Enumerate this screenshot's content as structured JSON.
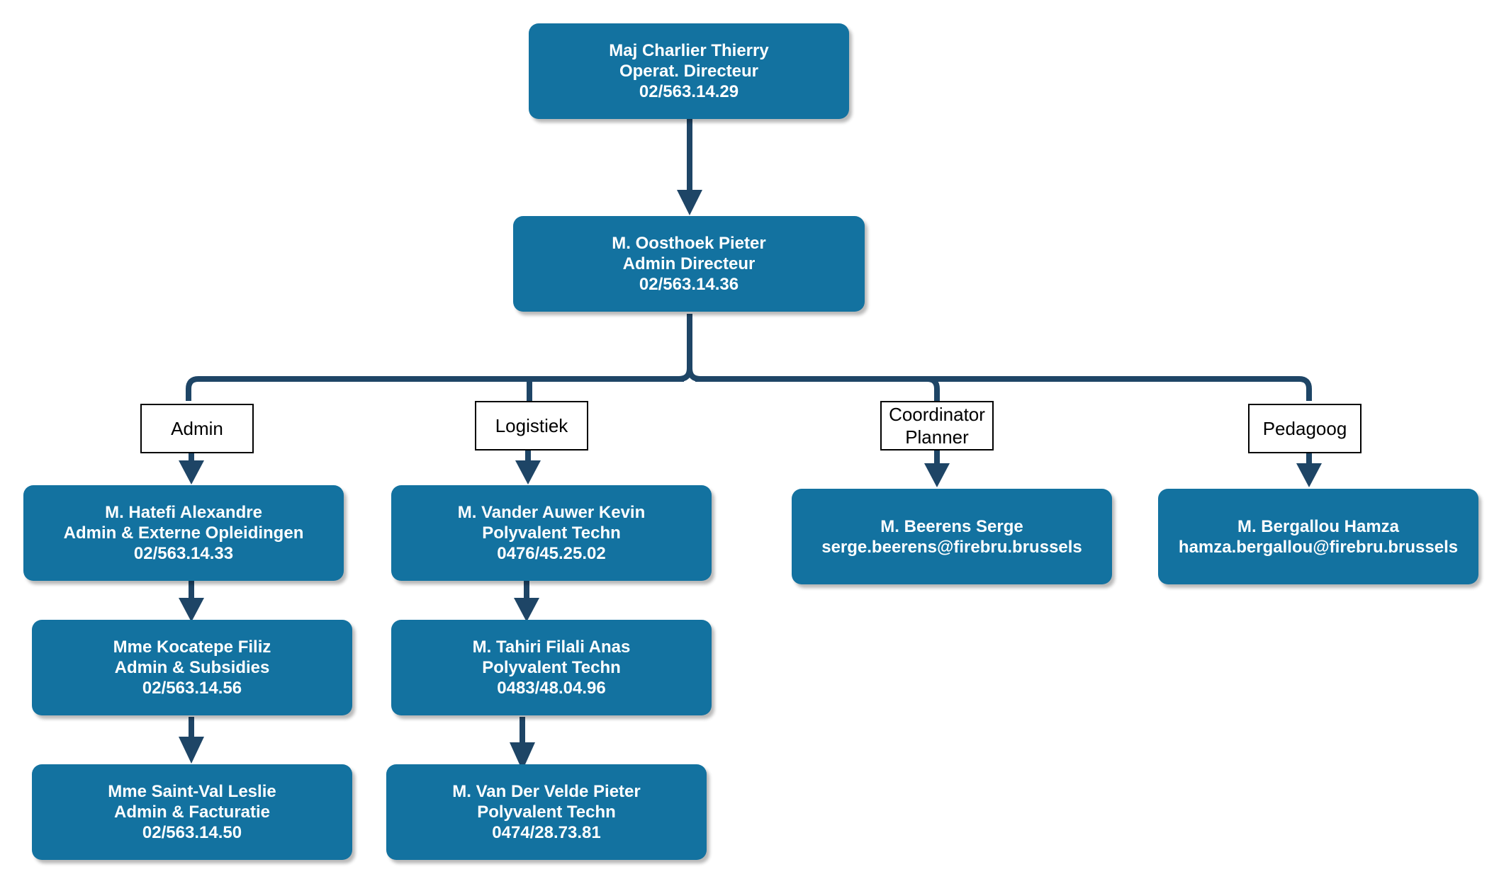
{
  "colors": {
    "box_fill": "#1372a0",
    "connector": "#1e4566",
    "box_text": "#ffffff",
    "label_border": "#000000"
  },
  "top": {
    "name": "Maj Charlier Thierry",
    "role": "Operat. Directeur",
    "phone": "02/563.14.29"
  },
  "director": {
    "name": "M. Oosthoek Pieter",
    "role": "Admin Directeur",
    "phone": "02/563.14.36"
  },
  "branches": {
    "admin": {
      "label": "Admin",
      "members": [
        {
          "name": "M. Hatefi Alexandre",
          "role": "Admin & Externe Opleidingen",
          "phone": "02/563.14.33"
        },
        {
          "name": "Mme Kocatepe Filiz",
          "role": "Admin & Subsidies",
          "phone": "02/563.14.56"
        },
        {
          "name": "Mme Saint-Val Leslie",
          "role": "Admin & Facturatie",
          "phone": "02/563.14.50"
        }
      ]
    },
    "logistiek": {
      "label": "Logistiek",
      "members": [
        {
          "name": "M. Vander Auwer Kevin",
          "role": "Polyvalent Techn",
          "phone": "0476/45.25.02"
        },
        {
          "name": "M. Tahiri Filali Anas",
          "role": "Polyvalent Techn",
          "phone": "0483/48.04.96"
        },
        {
          "name": "M. Van Der Velde Pieter",
          "role": "Polyvalent Techn",
          "phone": "0474/28.73.81"
        }
      ]
    },
    "coordinator": {
      "label_line1": "Coordinator",
      "label_line2": "Planner",
      "members": [
        {
          "name": "M. Beerens Serge",
          "email": "serge.beerens@firebru.brussels"
        }
      ]
    },
    "pedagoog": {
      "label": "Pedagoog",
      "members": [
        {
          "name": "M. Bergallou Hamza",
          "email": "hamza.bergallou@firebru.brussels"
        }
      ]
    }
  }
}
